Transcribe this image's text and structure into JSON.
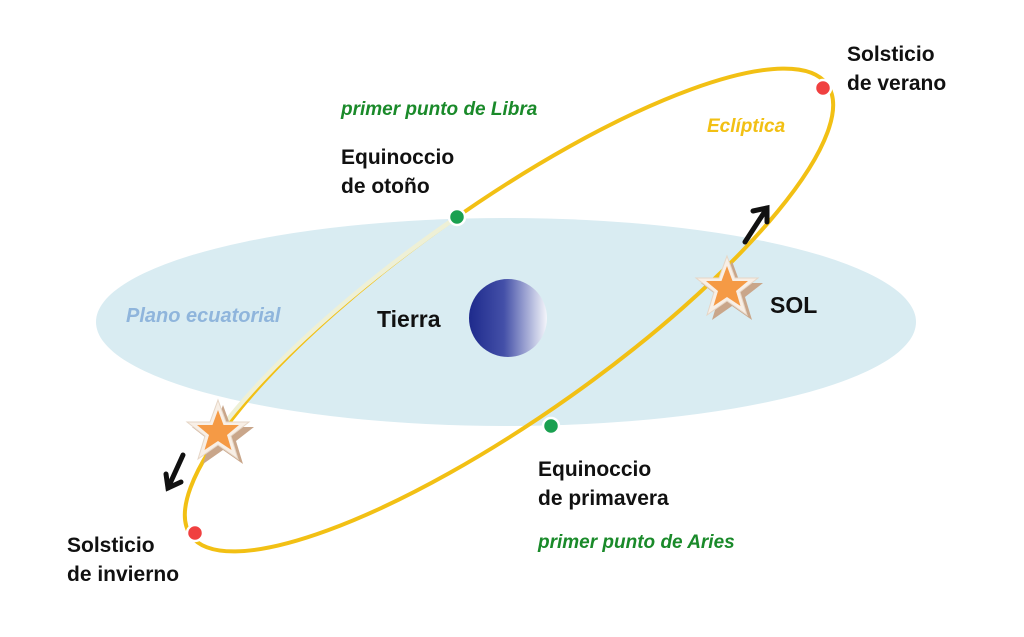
{
  "labels": {
    "solsticio_verano": [
      "Solsticio",
      "de verano"
    ],
    "solsticio_invierno": [
      "Solsticio",
      "de invierno"
    ],
    "equinoccio_otono": [
      "Equinoccio",
      "de otoño"
    ],
    "equinoccio_primavera": [
      "Equinoccio",
      "de primavera"
    ],
    "libra": "primer punto de Libra",
    "aries": "primer punto de Aries",
    "ecliptica": "Eclíptica",
    "plano": "Plano ecuatorial",
    "tierra": "Tierra",
    "sol": "SOL"
  },
  "colors": {
    "ecliptic": "#f2c014",
    "plane": "#d9ecf2",
    "plane_label": "#8fb5dc",
    "green_label": "#1a8a2a",
    "solstice_dot": "#f04040",
    "equinox_dot": "#1aa050",
    "star": "#f59a45",
    "earth": "#1e2a8c"
  }
}
